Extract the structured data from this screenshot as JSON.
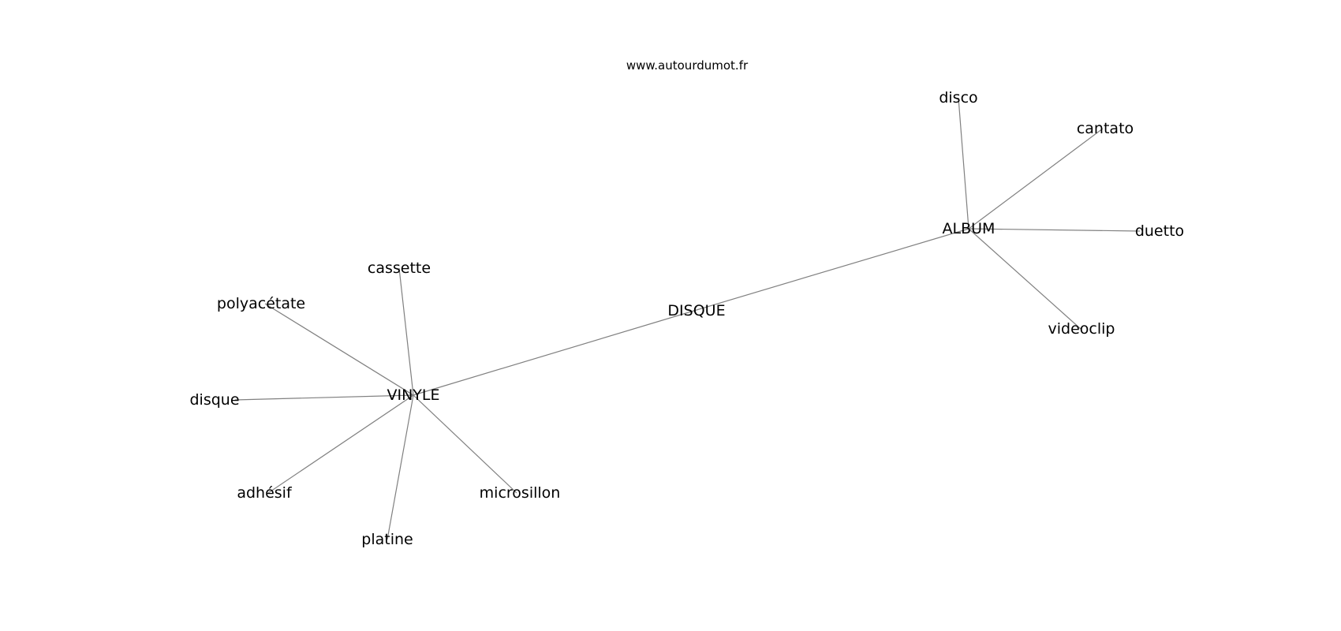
{
  "site": "www.autourdumot.fr",
  "nodes": {
    "disque_center": "DISQUE",
    "vinyle": "VINYLE",
    "album": "ALBUM",
    "cassette": "cassette",
    "polyacetate": "polyacétate",
    "disque": "disque",
    "adhesif": "adhésif",
    "platine": "platine",
    "microsillon": "microsillon",
    "disco": "disco",
    "cantato": "cantato",
    "duetto": "duetto",
    "videoclip": "videoclip"
  },
  "edges": [
    [
      "disque_center",
      "vinyle"
    ],
    [
      "disque_center",
      "album"
    ],
    [
      "vinyle",
      "cassette"
    ],
    [
      "vinyle",
      "polyacetate"
    ],
    [
      "vinyle",
      "disque"
    ],
    [
      "vinyle",
      "adhesif"
    ],
    [
      "vinyle",
      "platine"
    ],
    [
      "vinyle",
      "microsillon"
    ],
    [
      "album",
      "disco"
    ],
    [
      "album",
      "cantato"
    ],
    [
      "album",
      "duetto"
    ],
    [
      "album",
      "videoclip"
    ]
  ]
}
